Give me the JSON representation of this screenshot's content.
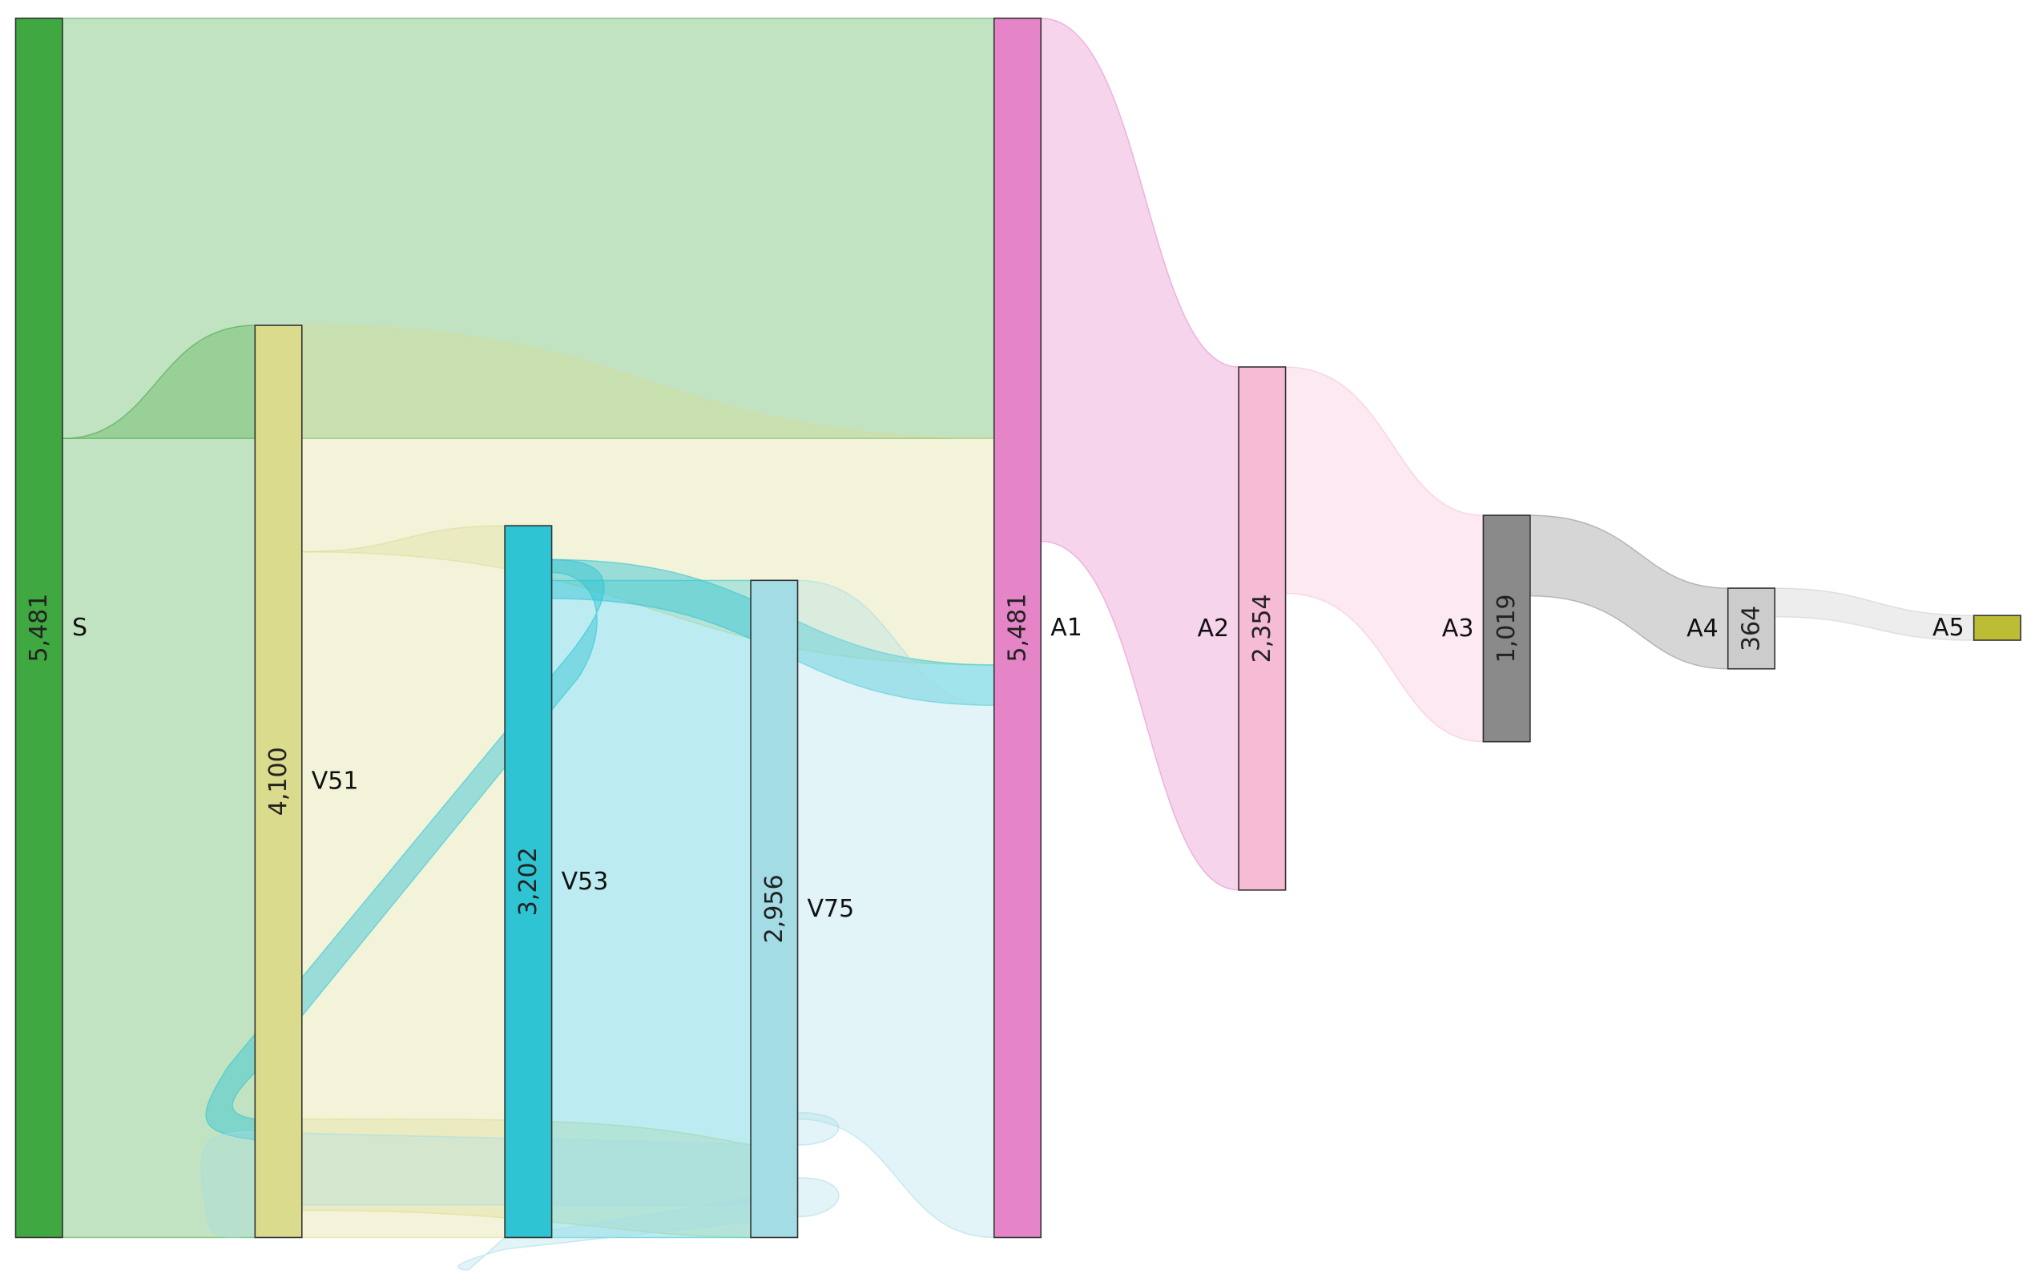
{
  "diagram": {
    "type": "sankey",
    "nodes": [
      {
        "id": "S",
        "label": "S",
        "value": "5,481",
        "color": "#40a840"
      },
      {
        "id": "V51",
        "label": "V51",
        "value": "4,100",
        "color": "#dbdb8d"
      },
      {
        "id": "V53",
        "label": "V53",
        "value": "3,202",
        "color": "#2ec4d4"
      },
      {
        "id": "V75",
        "label": "V75",
        "value": "2,956",
        "color": "#a4dce6"
      },
      {
        "id": "A1",
        "label": "A1",
        "value": "5,481",
        "color": "#e585c8"
      },
      {
        "id": "A2",
        "label": "A2",
        "value": "2,354",
        "color": "#f6bcd6"
      },
      {
        "id": "A3",
        "label": "A3",
        "value": "1,019",
        "color": "#8a8a8a"
      },
      {
        "id": "A4",
        "label": "A4",
        "value": "364",
        "color": "#cccccc"
      },
      {
        "id": "A5",
        "label": "A5",
        "value": "",
        "color": "#bdbd35"
      }
    ],
    "links": [
      {
        "source": "S",
        "target": "A1",
        "color": "#40a840"
      },
      {
        "source": "S",
        "target": "V51",
        "color": "#40a840"
      },
      {
        "source": "V51",
        "target": "A1",
        "color": "#dbdb8d"
      },
      {
        "source": "V51",
        "target": "V53",
        "color": "#dbdb8d"
      },
      {
        "source": "V51",
        "target": "V75",
        "color": "#dbdb8d"
      },
      {
        "source": "V53",
        "target": "A1",
        "color": "#2ec4d4"
      },
      {
        "source": "V53",
        "target": "V51",
        "color": "#2ec4d4"
      },
      {
        "source": "V53",
        "target": "V75",
        "color": "#2ec4d4"
      },
      {
        "source": "V75",
        "target": "A1",
        "color": "#a4dce6"
      },
      {
        "source": "V75",
        "target": "V51",
        "color": "#a4dce6"
      },
      {
        "source": "V75",
        "target": "V53",
        "color": "#a4dce6"
      },
      {
        "source": "A1",
        "target": "A2",
        "color": "#e585c8"
      },
      {
        "source": "A2",
        "target": "A3",
        "color": "#f6bcd6"
      },
      {
        "source": "A3",
        "target": "A4",
        "color": "#8a8a8a"
      },
      {
        "source": "A4",
        "target": "A5",
        "color": "#cccccc"
      }
    ]
  }
}
